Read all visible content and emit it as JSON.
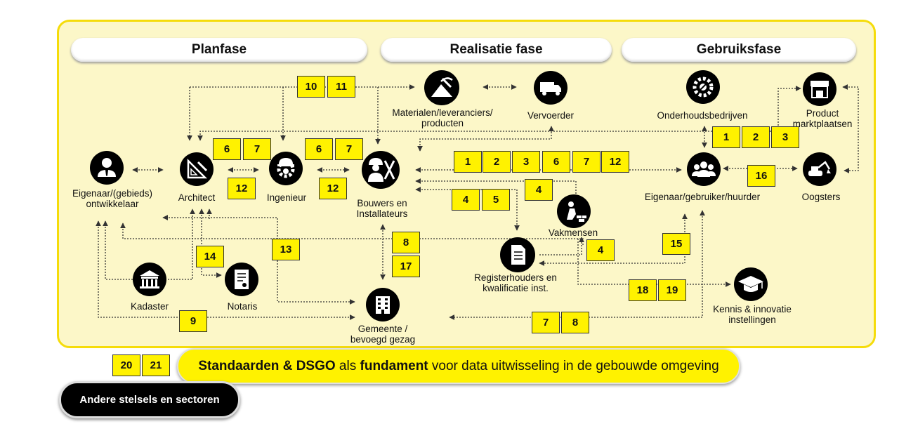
{
  "phases": {
    "plan": "Planfase",
    "realisatie": "Realisatie fase",
    "gebruik": "Gebruiksfase"
  },
  "actors": {
    "ontwikkelaar": "Eigenaar/(gebieds)\nontwikkelaar",
    "architect": "Architect",
    "ingenieur": "Ingenieur",
    "bouwers": "Bouwers en\nInstallateurs",
    "materialen": "Materialen/leveranciers/\nproducten",
    "vervoerder": "Vervoerder",
    "onderhoud": "Onderhoudsbedrijven",
    "markt": "Product\nmarktplaatsen",
    "eigenaar": "Eigenaar/gebruiker/huurder",
    "oogsters": "Oogsters",
    "vakmensen": "Vakmensen",
    "register": "Registerhouders en\nkwalificatie inst.",
    "kennis": "Kennis & innovatie\ninstellingen",
    "kadaster": "Kadaster",
    "notaris": "Notaris",
    "gemeente": "Gemeente /\nbevoegd gezag"
  },
  "icons": {
    "ontwikkelaar": "user-tie-icon",
    "architect": "drafting-tools-icon",
    "ingenieur": "gear-hardhat-icon",
    "bouwers": "worker-wrench-icon",
    "materialen": "mountain-pickaxe-icon",
    "vervoerder": "truck-icon",
    "onderhoud": "gear-wrench-icon",
    "markt": "storefront-icon",
    "eigenaar": "user-group-icon",
    "oogsters": "excavator-icon",
    "vakmensen": "bricklayer-icon",
    "register": "document-icon",
    "kennis": "graduation-cap-icon",
    "kadaster": "government-building-icon",
    "notaris": "certificate-icon",
    "gemeente": "office-building-icon"
  },
  "boxes": {
    "b10": "10",
    "b11": "11",
    "b6a": "6",
    "b7a": "7",
    "b12a": "12",
    "b6b": "6",
    "b7b": "7",
    "b12b": "12",
    "r1": "1",
    "r2": "2",
    "r3": "3",
    "r6": "6",
    "r7": "7",
    "r12": "12",
    "m1": "1",
    "m2": "2",
    "m3": "3",
    "b16": "16",
    "v4": "4",
    "c4": "4",
    "c5": "5",
    "b8": "8",
    "b17": "17",
    "b13": "13",
    "b14": "14",
    "b15": "15",
    "d4": "4",
    "b18": "18",
    "b19": "19",
    "b9": "9",
    "g7": "7",
    "g8": "8",
    "b20": "20",
    "b21": "21"
  },
  "banner": {
    "part1": "Standaarden & DSGO",
    "part2": " als ",
    "part3": "fundament",
    "part4": " voor data uitwisseling in de gebouwde omgeving"
  },
  "sectors": "Andere stelsels en sectoren",
  "colors": {
    "panel_fill": "#fcf7c8",
    "panel_border": "#f5dc0a",
    "box_fill": "#fff200",
    "icon_circle": "#000000",
    "arrow": "#333333"
  }
}
